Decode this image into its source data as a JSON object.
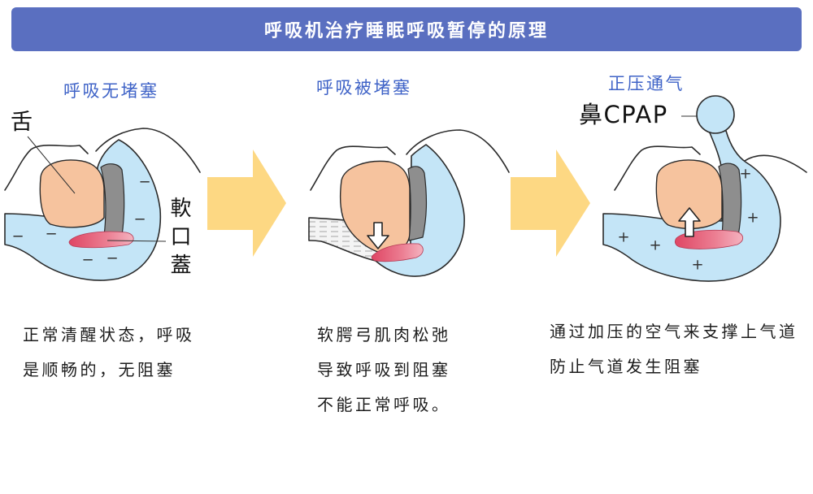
{
  "header": {
    "title": "呼吸机治疗睡眠呼吸暂停的原理"
  },
  "panels": [
    {
      "title": "呼吸无堵塞",
      "tongue_label": "舌",
      "soft_palate_label": "軟口蓋",
      "pressure_sign": "−",
      "caption": [
        "正常清醒状态，呼吸",
        "是顺畅的，无阻塞"
      ]
    },
    {
      "title": "呼吸被堵塞",
      "icon": "down-arrow-icon",
      "caption": [
        "软腭弓肌肉松弛",
        "导致呼吸到阻塞",
        "不能正常呼吸。"
      ]
    },
    {
      "title": "正压通气",
      "device_label": "鼻CPAP",
      "icon": "up-arrow-icon",
      "pressure_sign": "+",
      "caption": [
        "通过加压的空气来支撑上气道",
        "防止气道发生阻塞"
      ]
    }
  ],
  "transition_icon": "right-arrow-icon",
  "colors": {
    "header_bg": "#5a6fc0",
    "title_text": "#3f63c7",
    "caption_text": "#1c1c1c",
    "airway": "#c4e5f7",
    "tongue": "#f6c39e",
    "soft_palate": "#e5566f",
    "pharyngeal_wall": "#8e8e8e",
    "arrow": "#fdd883"
  }
}
